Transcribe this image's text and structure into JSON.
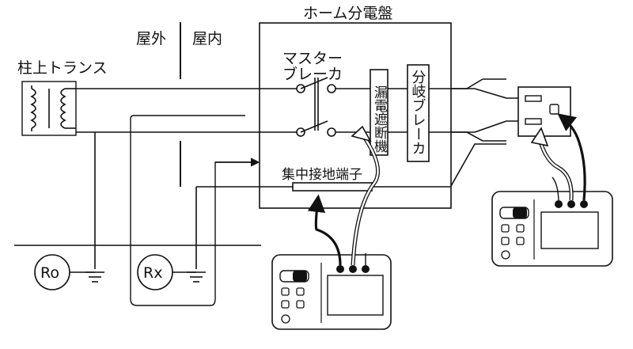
{
  "labels": {
    "home_panel": "ホーム分電盤",
    "outdoor": "屋外",
    "indoor": "屋内",
    "pole_transformer": "柱上トランス",
    "master_breaker_line1": "マスター",
    "master_breaker_line2": "ブレーカ",
    "earth_leakage_breaker": "漏電遮断機",
    "branch_breaker": "分岐ブレーカ",
    "ground_terminal": "集中接地端子",
    "ro": "Ro",
    "rx": "Rx"
  }
}
